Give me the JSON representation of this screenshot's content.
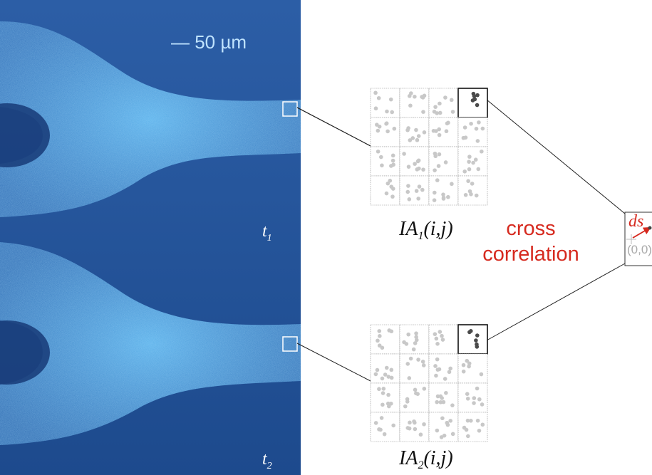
{
  "micrograph": {
    "scale_bar_label": "— 50 µm",
    "time_labels": {
      "top_main": "t",
      "top_sub": "1",
      "bottom_main": "t",
      "bottom_sub": "2"
    }
  },
  "interrogation_areas": {
    "top_label_main": "IA",
    "top_label_sub": "1",
    "top_label_suffix": "(i,j)",
    "bottom_label_main": "IA",
    "bottom_label_sub": "2",
    "bottom_label_suffix": "(i,j)"
  },
  "correlation": {
    "line1": "cross",
    "line2": "correlation"
  },
  "result_panel": {
    "vector_label": "ds",
    "origin_label": "(0,0)"
  },
  "colors": {
    "micrograph_bg": "#1f4b8f",
    "micrograph_glow": "#57a8e6",
    "annotation_red": "#d62a1f",
    "grid_line": "#8c8c8c",
    "dot_light": "#c8c8c8",
    "dot_dark": "#4a4a4a"
  }
}
